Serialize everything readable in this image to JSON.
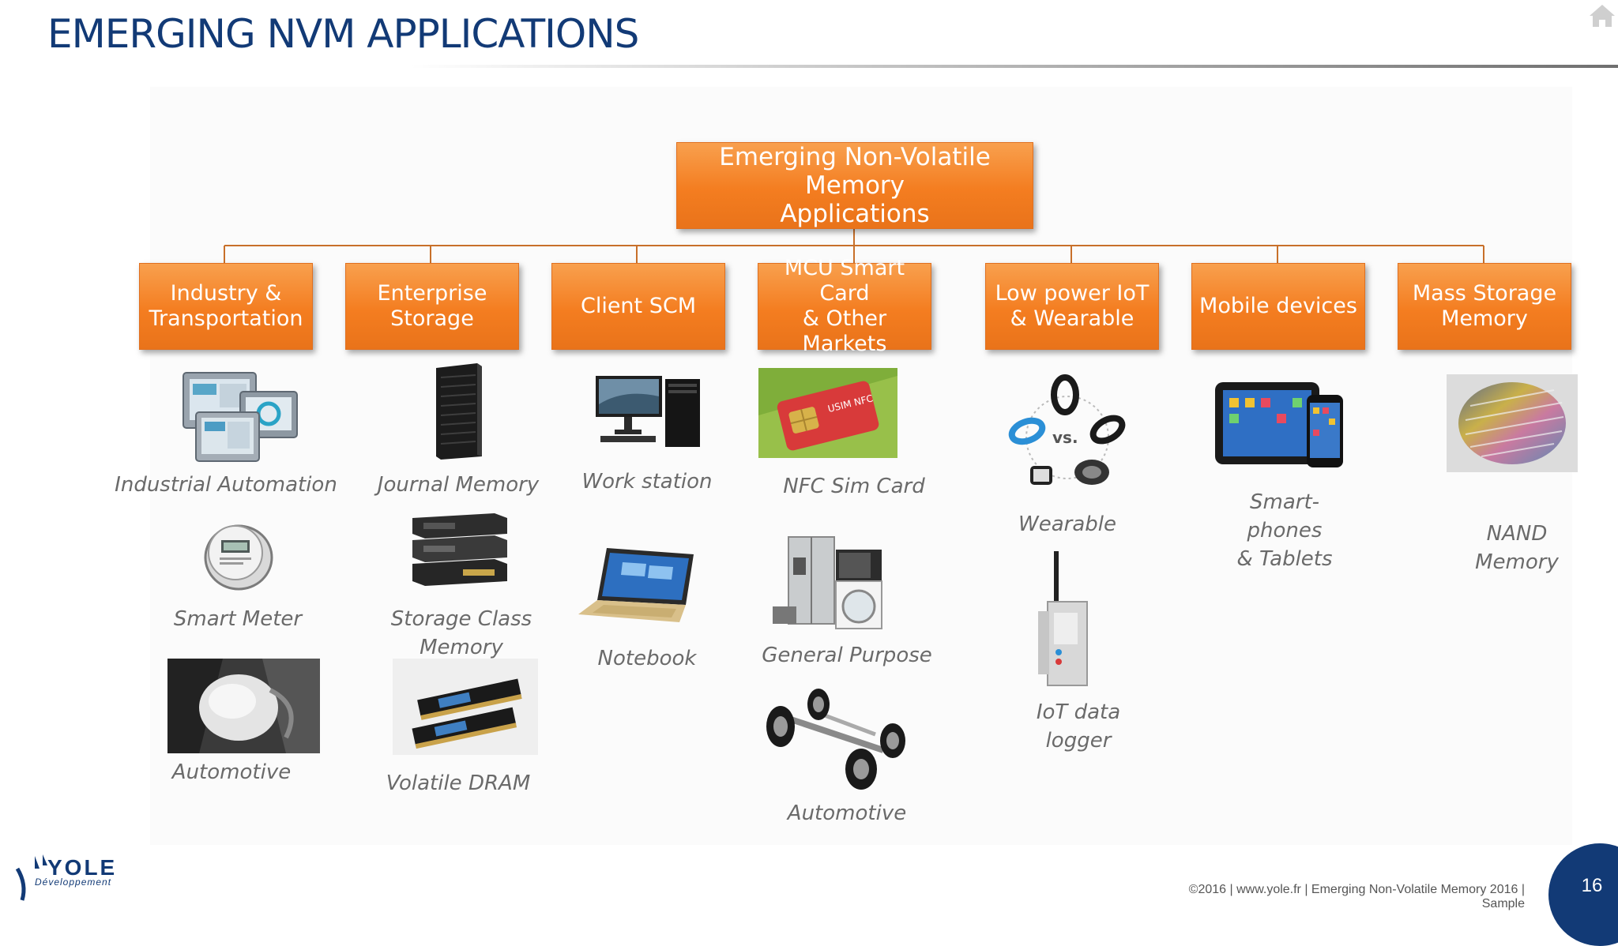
{
  "header": {
    "title": "EMERGING NVM APPLICATIONS"
  },
  "diagram": {
    "root": "Emerging Non-Volatile Memory\nApplications",
    "categories": [
      {
        "label": "Industry &\nTransportation",
        "items": [
          "Industrial Automation",
          "Smart Meter",
          "Automotive"
        ]
      },
      {
        "label": "Enterprise\nStorage",
        "items": [
          "Journal Memory",
          "Storage Class\nMemory",
          "Volatile DRAM"
        ]
      },
      {
        "label": "Client SCM",
        "items": [
          "Work station",
          "Notebook"
        ]
      },
      {
        "label": "MCU Smart Card\n& Other Markets",
        "items": [
          "NFC Sim Card",
          "General Purpose",
          "Automotive"
        ]
      },
      {
        "label": "Low power IoT\n& Wearable",
        "items": [
          "Wearable",
          "IoT data\nlogger"
        ]
      },
      {
        "label": "Mobile devices",
        "items": [
          "Smart-\nphones\n& Tablets"
        ]
      },
      {
        "label": "Mass Storage\nMemory",
        "items": [
          "NAND\nMemory"
        ]
      }
    ],
    "icons": {
      "industrial_automation": "industrial-panel-icon",
      "smart_meter": "smart-meter-icon",
      "automotive_airbag": "airbag-icon",
      "journal_memory": "server-rack-icon",
      "storage_class": "storage-server-icon",
      "dram": "dram-module-icon",
      "workstation": "workstation-icon",
      "notebook": "notebook-icon",
      "nfc_sim": "sim-card-icon",
      "general_purpose": "appliances-icon",
      "automotive_chassis": "car-chassis-icon",
      "wearable": "wearable-bands-icon",
      "wearable_vs": "vs.",
      "iot_logger": "iot-logger-icon",
      "mobile": "tablet-phone-icon",
      "nand": "wafer-icon"
    }
  },
  "footer": {
    "logo_main": "YOLE",
    "logo_sub": "Développement",
    "text": "©2016 | www.yole.fr | Emerging Non-Volatile Memory 2016 | Sample",
    "page_number": "16"
  },
  "colors": {
    "title": "#123a76",
    "box": "#f47d20",
    "connector": "#c8702a",
    "label": "#6a6a6a"
  }
}
